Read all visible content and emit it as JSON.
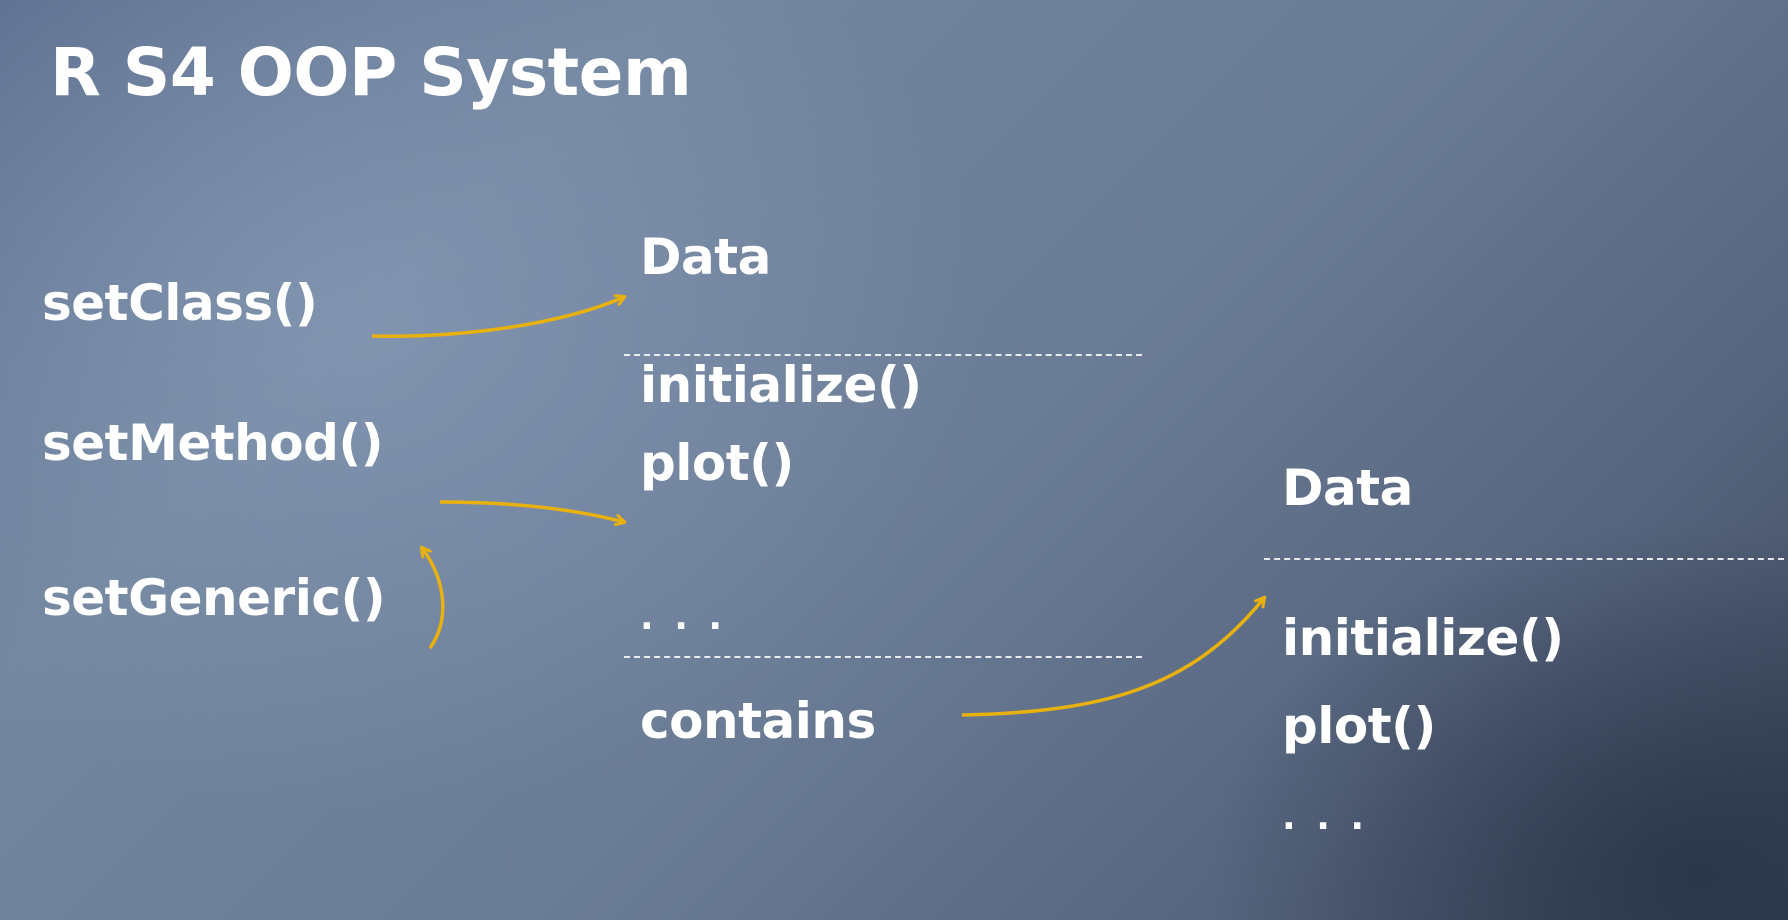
{
  "title": "R S4 OOP System",
  "left_functions": {
    "set_class": "setClass()",
    "set_method": "setMethod()",
    "set_generic": "setGeneric()"
  },
  "class_box": {
    "data_label": "Data",
    "methods": [
      "initialize()",
      "plot()",
      ". . ."
    ],
    "contains_label": "contains"
  },
  "child_box": {
    "data_label": "Data",
    "methods": [
      "initialize()",
      "plot()",
      ". . ."
    ]
  },
  "colors": {
    "arrow": "#e8b10e",
    "text": "#ffffff"
  }
}
